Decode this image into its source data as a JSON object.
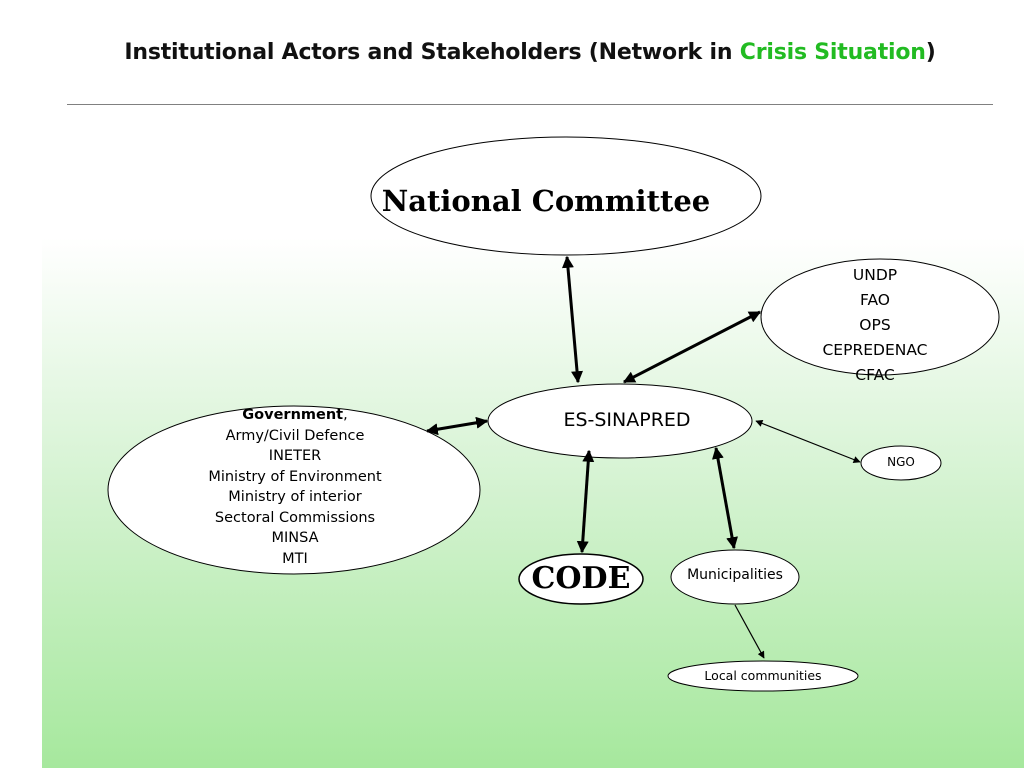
{
  "title": {
    "prefix": "Institutional Actors and Stakeholders (Network in ",
    "highlight": "Crisis Situation",
    "suffix": ")"
  },
  "colors": {
    "highlight": "#22bb22",
    "gradient_bottom": "#a6e89d"
  },
  "nodes": {
    "national_committee": "National Committee",
    "es_sinapred": "ES-SINAPRED",
    "international": [
      "UNDP",
      "FAO",
      "OPS",
      "CEPREDENAC",
      "CFAC"
    ],
    "government": {
      "heading": "Government",
      "heading_suffix": ",",
      "items": [
        "Army/Civil Defence",
        "INETER",
        "Ministry of Environment",
        "Ministry of interior",
        "Sectoral Commissions",
        "MINSA",
        "MTI"
      ]
    },
    "ngo": "NGO",
    "code": "CODE",
    "municipalities": "Municipalities",
    "local_communities": "Local communities"
  }
}
